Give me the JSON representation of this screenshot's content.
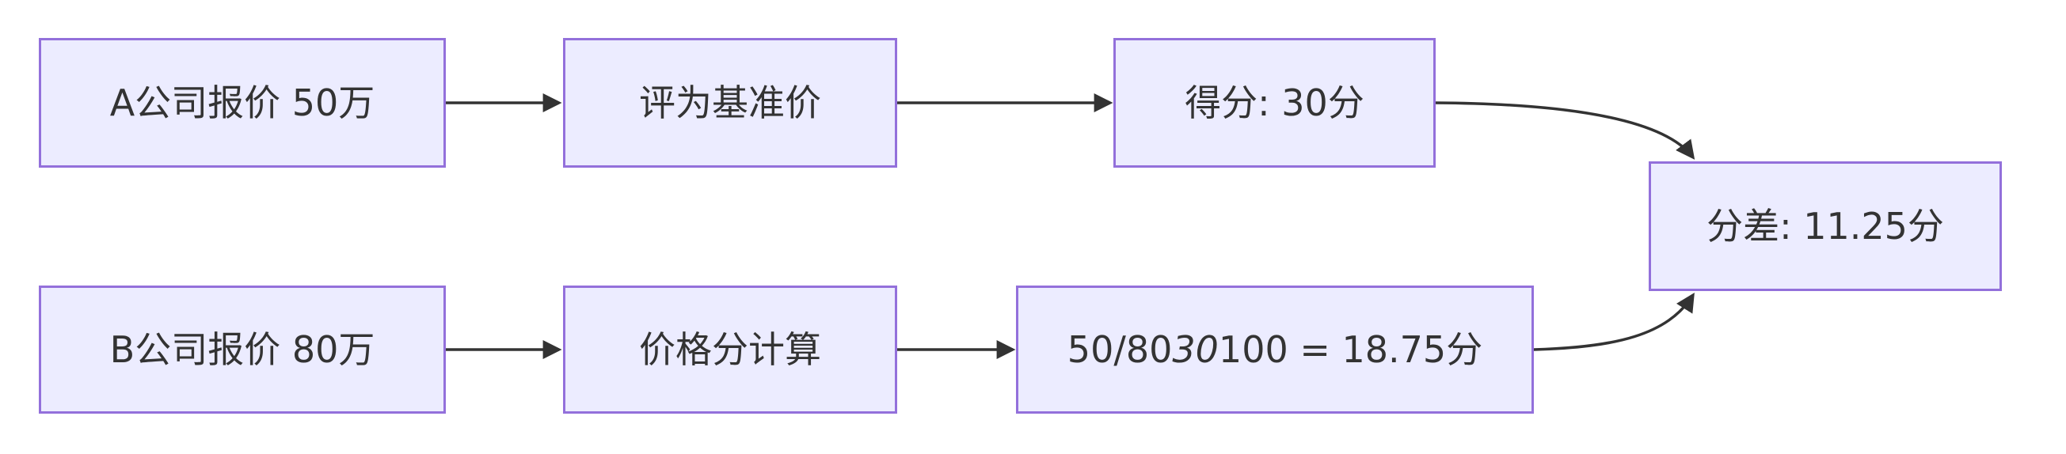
{
  "diagram": {
    "type": "flowchart",
    "direction": "left-to-right",
    "colors": {
      "node_fill": "#ECECFF",
      "node_border": "#9370DB",
      "edge_color": "#333333",
      "text_color": "#333333",
      "background": "#FFFFFF"
    },
    "nodes": {
      "quote_a": {
        "label": "A公司报价 50万"
      },
      "benchmark": {
        "label": "评为基准价"
      },
      "score_a": {
        "label": "得分: 30分"
      },
      "quote_b": {
        "label": "B公司报价 80万"
      },
      "price_calc": {
        "label": "价格分计算"
      },
      "formula": {
        "prefix": "50/80",
        "italic_part": "30",
        "suffix": "100 = 18.75分"
      },
      "diff": {
        "label": "分差: 11.25分"
      }
    },
    "edges": [
      {
        "from": "quote_a",
        "to": "benchmark"
      },
      {
        "from": "benchmark",
        "to": "score_a"
      },
      {
        "from": "score_a",
        "to": "diff"
      },
      {
        "from": "quote_b",
        "to": "price_calc"
      },
      {
        "from": "price_calc",
        "to": "formula"
      },
      {
        "from": "formula",
        "to": "diff"
      }
    ]
  }
}
